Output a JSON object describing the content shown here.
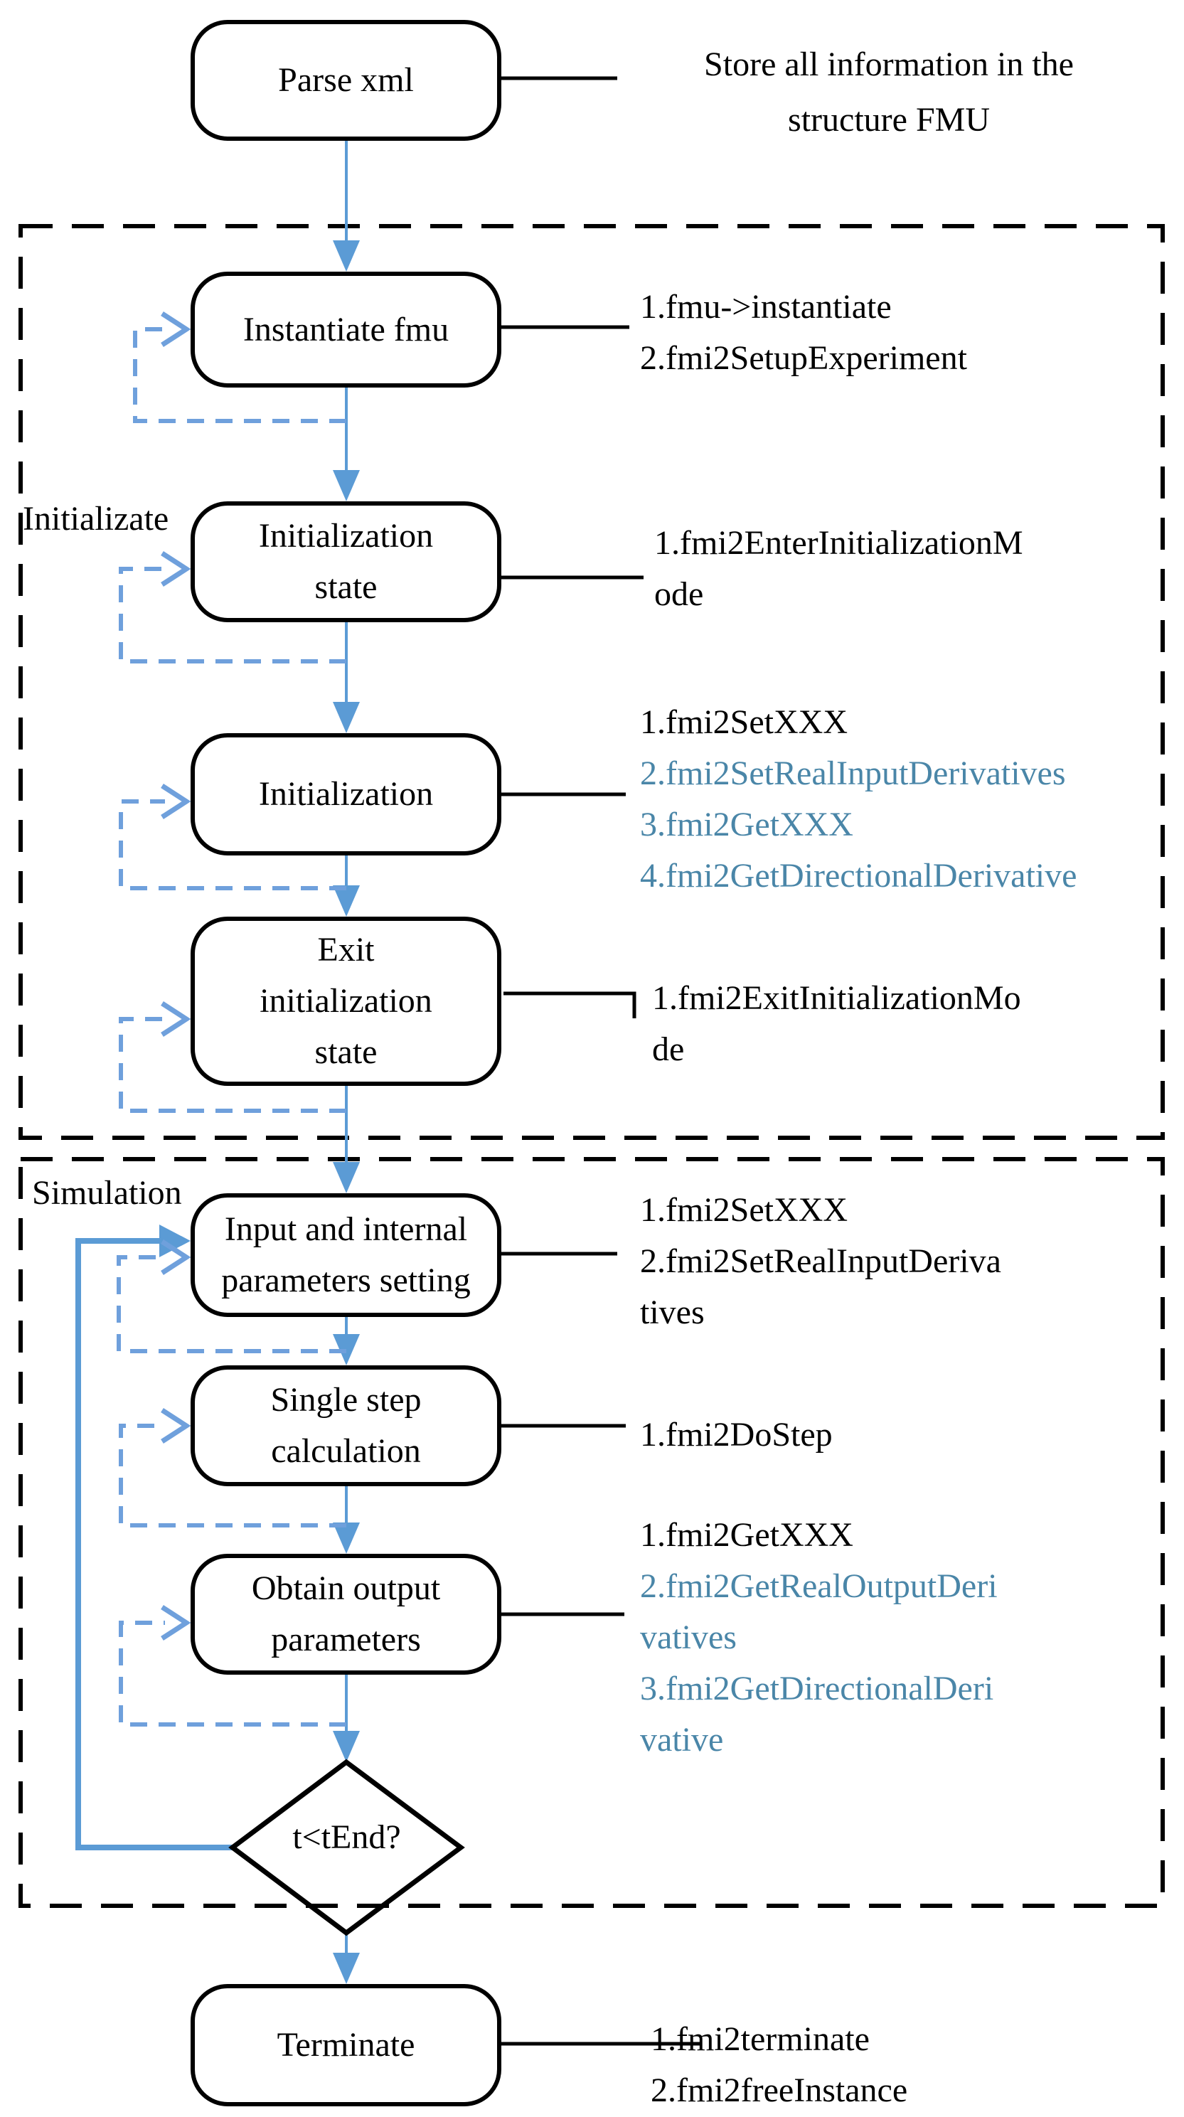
{
  "title": "FMU co-simulation flowchart",
  "colors": {
    "outline": "#000000",
    "flow_arrow_blue": "#5b9bd5",
    "loop_dashed_blue": "#6fa0dc",
    "api_text_blue": "#4a86a8",
    "text_black": "#000000",
    "background": "#ffffff"
  },
  "containers": {
    "initialize_phase": {
      "label": "Initializate"
    },
    "simulation_phase": {
      "label": "Simulation"
    }
  },
  "nodes": {
    "parse_xml": {
      "lines": [
        "Parse xml"
      ]
    },
    "instantiate_fmu": {
      "lines": [
        "Instantiate fmu"
      ]
    },
    "initialization_state": {
      "lines": [
        "Initialization",
        "state"
      ]
    },
    "initialization": {
      "lines": [
        "Initialization"
      ]
    },
    "exit_initialization_state": {
      "lines": [
        "Exit",
        "initialization",
        "state"
      ]
    },
    "input_internal_parameters": {
      "lines": [
        "Input and internal",
        "parameters setting"
      ]
    },
    "single_step_calculation": {
      "lines": [
        "Single step",
        "calculation"
      ]
    },
    "obtain_output_parameters": {
      "lines": [
        "Obtain output",
        "parameters"
      ]
    },
    "loop_condition": {
      "lines": [
        "t<tEnd?"
      ]
    },
    "terminate": {
      "lines": [
        "Terminate"
      ]
    }
  },
  "annotations": {
    "parse_xml": {
      "lines": [
        {
          "text": "Store all information in the",
          "color": "#000000"
        },
        {
          "text": "structure FMU",
          "color": "#000000"
        }
      ]
    },
    "instantiate_fmu": {
      "lines": [
        {
          "text": "1.fmu->instantiate",
          "color": "#000000"
        },
        {
          "text": "2.fmi2SetupExperiment",
          "color": "#000000"
        }
      ]
    },
    "initialization_state": {
      "lines": [
        {
          "text": "1.fmi2EnterInitializationM",
          "color": "#000000"
        },
        {
          "text": "ode",
          "color": "#000000"
        }
      ]
    },
    "initialization": {
      "lines": [
        {
          "text": "1.fmi2SetXXX",
          "color": "#000000"
        },
        {
          "text": "2.fmi2SetRealInputDerivatives",
          "color": "#4a86a8"
        },
        {
          "text": "3.fmi2GetXXX",
          "color": "#4a86a8"
        },
        {
          "text": "4.fmi2GetDirectionalDerivative",
          "color": "#4a86a8"
        }
      ]
    },
    "exit_initialization_state": {
      "lines": [
        {
          "text": "1.fmi2ExitInitializationMo",
          "color": "#000000"
        },
        {
          "text": "de",
          "color": "#000000"
        }
      ]
    },
    "input_internal_parameters": {
      "lines": [
        {
          "text": "1.fmi2SetXXX",
          "color": "#000000"
        },
        {
          "text": "2.fmi2SetRealInputDeriva",
          "color": "#000000"
        },
        {
          "text": "tives",
          "color": "#000000"
        }
      ]
    },
    "single_step_calculation": {
      "lines": [
        {
          "text": "1.fmi2DoStep",
          "color": "#000000"
        }
      ]
    },
    "obtain_output_parameters": {
      "lines": [
        {
          "text": "1.fmi2GetXXX",
          "color": "#000000"
        },
        {
          "text": "2.fmi2GetRealOutputDeri",
          "color": "#4a86a8"
        },
        {
          "text": "vatives",
          "color": "#4a86a8"
        },
        {
          "text": "3.fmi2GetDirectionalDeri",
          "color": "#4a86a8"
        },
        {
          "text": "vative",
          "color": "#4a86a8"
        }
      ]
    },
    "terminate": {
      "lines": [
        {
          "text": "1.fmi2terminate",
          "color": "#000000"
        },
        {
          "text": "2.fmi2freeInstance",
          "color": "#000000"
        }
      ]
    }
  }
}
